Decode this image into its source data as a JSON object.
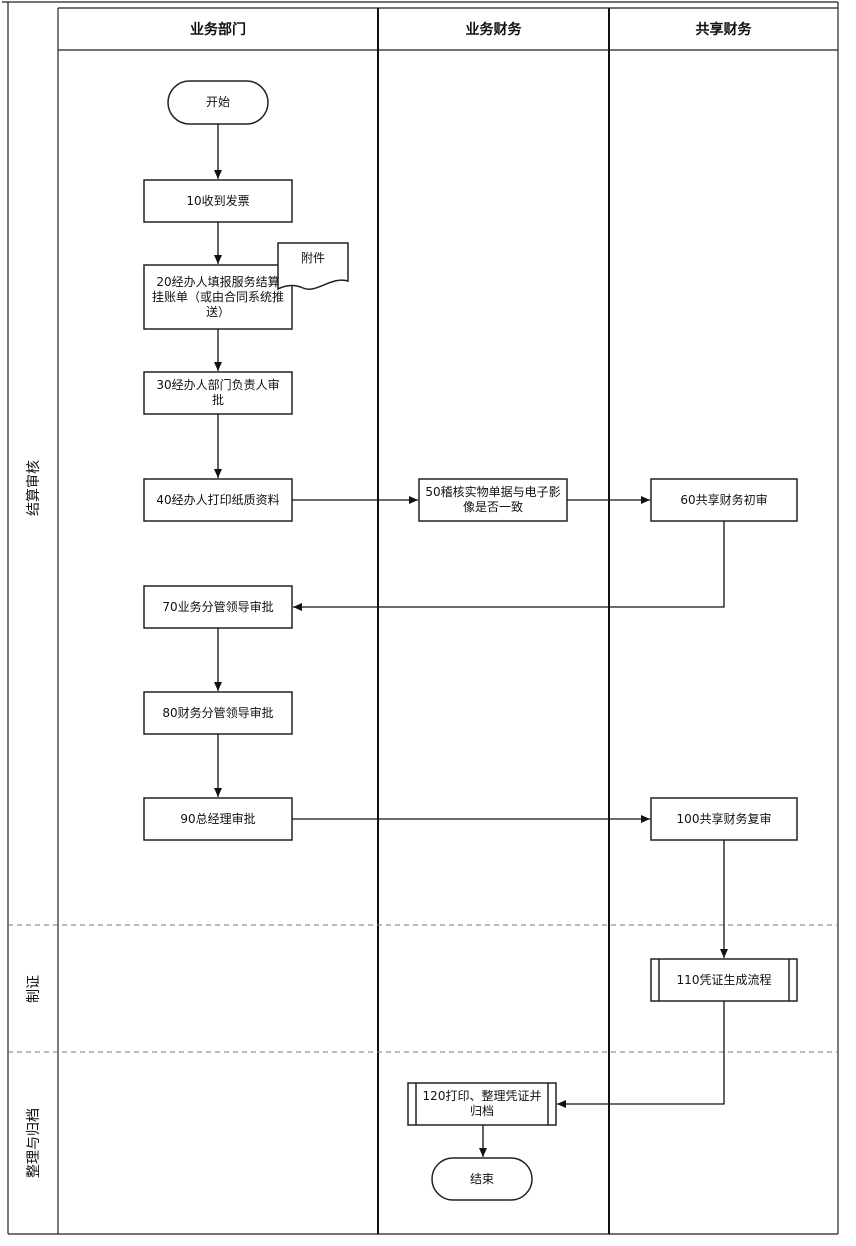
{
  "lanes": {
    "business_dept": "业务部门",
    "business_finance": "业务财务",
    "shared_finance": "共享财务"
  },
  "phases": {
    "settlement_review": "结算审核",
    "voucher": "制证",
    "archive": "整理与归档"
  },
  "nodes": {
    "start": "开始",
    "n10": "10收到发票",
    "n20": "20经办人填报服务结算挂账单（或由合同系统推送）",
    "attachment": "附件",
    "n30": "30经办人部门负责人审批",
    "n40": "40经办人打印纸质资料",
    "n50": "50稽核实物单据与电子影像是否一致",
    "n60": "60共享财务初审",
    "n70": "70业务分管领导审批",
    "n80": "80财务分管领导审批",
    "n90": "90总经理审批",
    "n100": "100共享财务复审",
    "n110": "110凭证生成流程",
    "n120": "120打印、整理凭证并归档",
    "end": "结束"
  }
}
